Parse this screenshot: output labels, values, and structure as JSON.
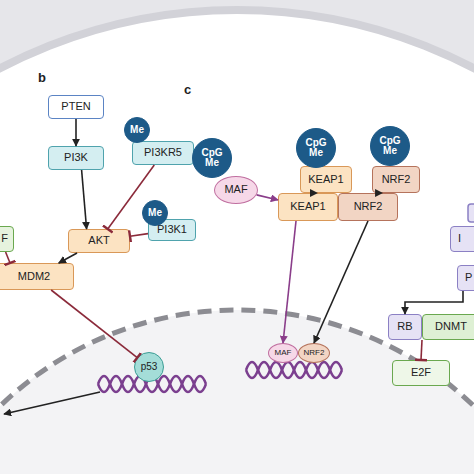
{
  "diagram": {
    "nodes": [
      {
        "text": [
          "PTEN"
        ]
      },
      {
        "text": [
          "PI3K"
        ]
      },
      {
        "text": [
          "AKT"
        ]
      },
      {
        "text": [
          "PI3KR5"
        ]
      },
      {
        "text": [
          "PI3K1"
        ]
      },
      {
        "text": [
          "Me"
        ]
      },
      {
        "text": [
          "Me"
        ]
      },
      {
        "text": [
          "F"
        ]
      },
      {
        "text": [
          "MDM2"
        ]
      },
      {
        "text": [
          "p53"
        ]
      },
      {
        "text": [
          "CpG Me"
        ]
      },
      {
        "text": [
          "MAF"
        ]
      },
      {
        "text": [
          "CpG Me"
        ]
      },
      {
        "text": [
          "KEAP1"
        ]
      },
      {
        "text": [
          "CpG Me"
        ]
      },
      {
        "text": [
          "NRF2"
        ]
      },
      {
        "text": [
          "KEAP1"
        ]
      },
      {
        "text": [
          "NRF2"
        ]
      },
      {
        "text": [
          "MAF"
        ]
      },
      {
        "text": [
          "NRF2"
        ]
      },
      {
        "text": [
          "I"
        ]
      },
      {
        "text": [
          "P"
        ]
      },
      {
        "text": [
          "RB"
        ]
      },
      {
        "text": [
          "DNMT"
        ]
      },
      {
        "text": [
          "E2F"
        ]
      }
    ],
    "edges": [
      {
        "from": 0,
        "to": 1,
        "arrow": "to"
      },
      {
        "from": 1,
        "to": 2,
        "arrow": "to"
      },
      {
        "from": 3,
        "to": 2,
        "arrow": "to"
      },
      {
        "from": 4,
        "to": 2,
        "arrow": "to"
      },
      {
        "from": 2,
        "to": 8,
        "arrow": "to"
      },
      {
        "from": 7,
        "to": 8,
        "arrow": "to"
      },
      {
        "from": 8,
        "to": 9,
        "arrow": "to"
      },
      {
        "from": 11,
        "to": 16,
        "arrow": "to"
      },
      {
        "from": 13,
        "to": 16,
        "arrow": "to"
      },
      {
        "from": 15,
        "to": 17,
        "arrow": "to"
      },
      {
        "from": 16,
        "to": 18,
        "arrow": "to"
      },
      {
        "from": 17,
        "to": 19,
        "arrow": "to"
      },
      {
        "from": 21,
        "to": 22,
        "arrow": "to"
      },
      {
        "from": 23,
        "to": 24,
        "arrow": "to"
      }
    ],
    "labels": [
      "b",
      "c"
    ]
  }
}
